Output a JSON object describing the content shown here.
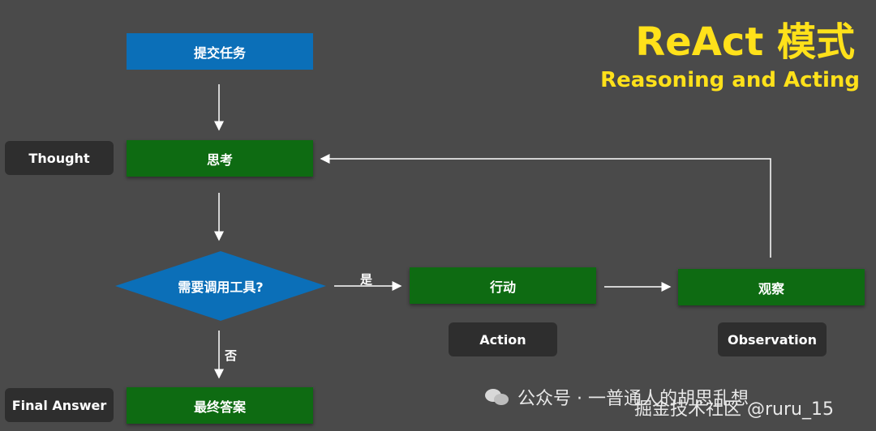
{
  "title": {
    "main": "ReAct 模式",
    "sub": "Reasoning and Acting"
  },
  "nodes": {
    "submit": "提交任务",
    "think": "思考",
    "decision": "需要调用工具?",
    "action": "行动",
    "observe": "观察",
    "final": "最终答案"
  },
  "tags": {
    "thought": "Thought",
    "action": "Action",
    "observation": "Observation",
    "final_answer": "Final Answer"
  },
  "edge_labels": {
    "yes": "是",
    "no": "否"
  },
  "watermark": {
    "line1": "公众号 · 一普通人的胡思乱想",
    "line2": "掘金技术社区 @ruru_15"
  },
  "colors": {
    "accent": "#ffe11a",
    "process": "#0e6b12",
    "start": "#0b6fb8"
  }
}
